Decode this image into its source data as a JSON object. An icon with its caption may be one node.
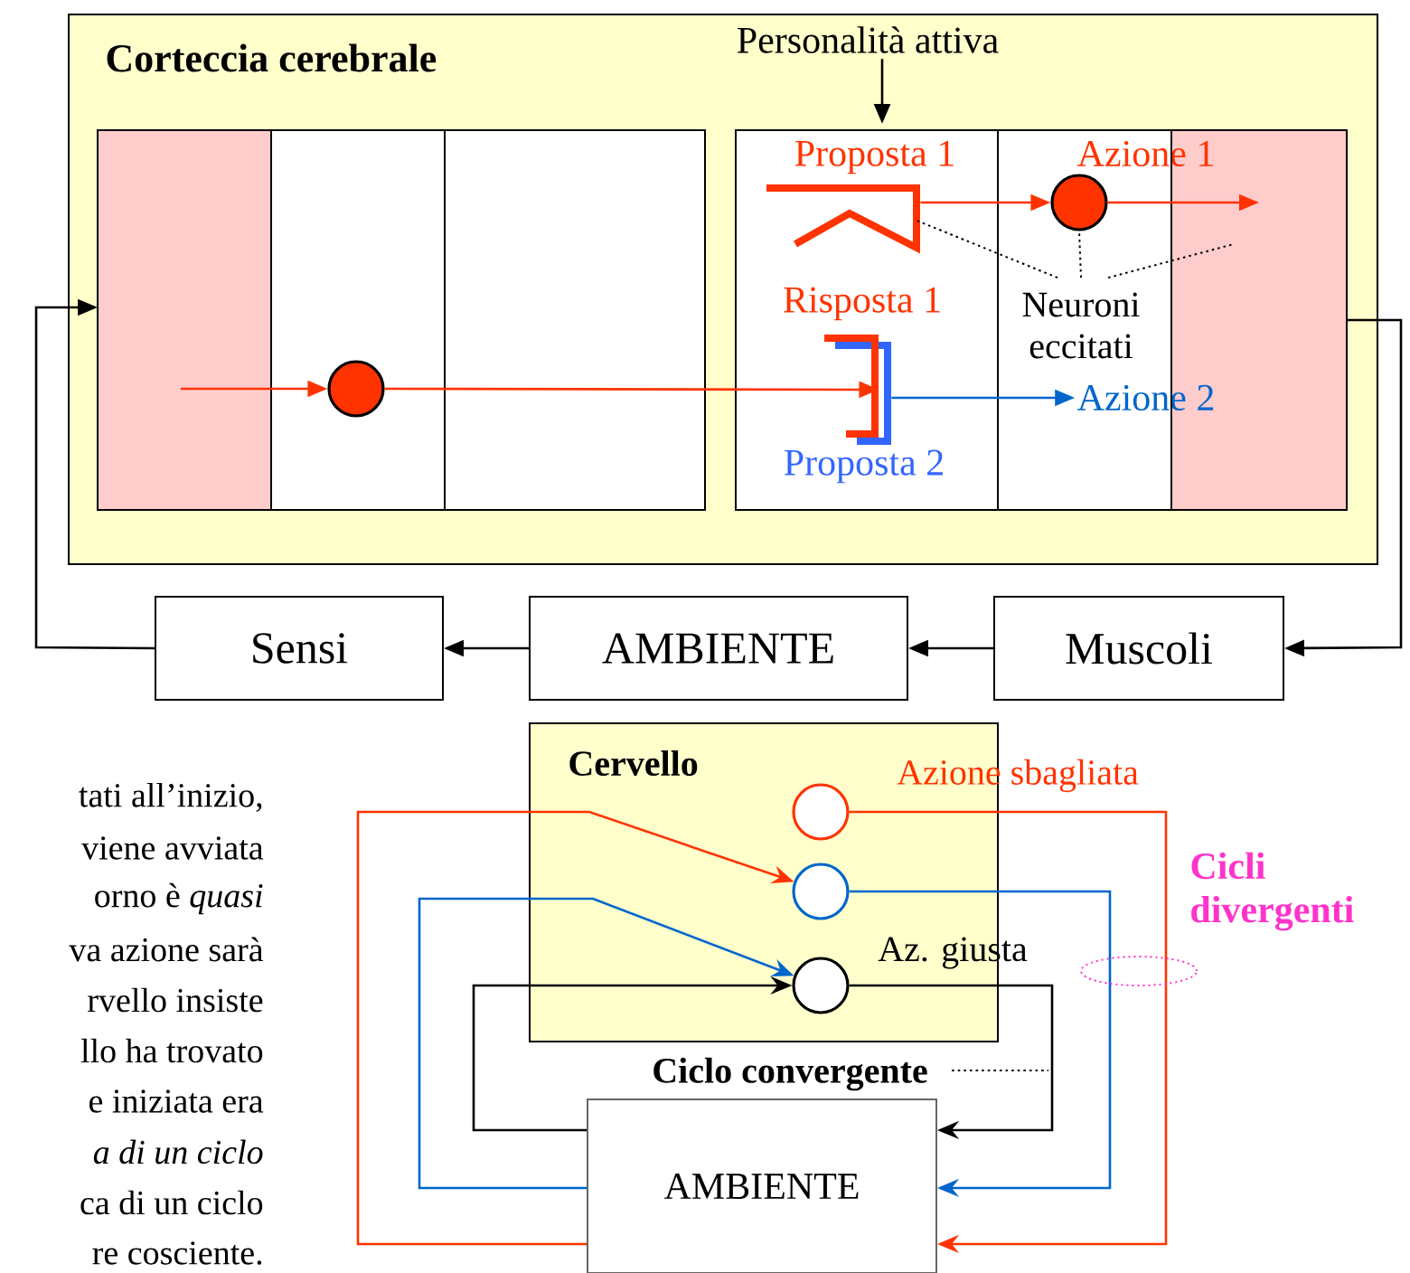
{
  "diagram": {
    "nodes": [
      {
        "text": [
          "Corteccia cerebrale"
        ]
      },
      {
        "text": [],
        "shape": "box",
        "in": 0
      },
      {
        "text": [],
        "shape": "circle",
        "in": 0
      },
      {
        "text": [
          "Personalità attiva"
        ],
        "in": 0
      },
      {
        "text": [],
        "shape": "box",
        "in": 0
      },
      {
        "text": [
          "Proposta 1"
        ],
        "in": 4
      },
      {
        "text": [
          "Azione 1"
        ],
        "in": 4
      },
      {
        "text": [
          "Neuroni eccitati"
        ],
        "in": 4
      },
      {
        "text": [
          "Risposta 1",
          "Proposta 2"
        ],
        "in": 4
      },
      {
        "text": [
          "Azione 2"
        ],
        "in": 4
      },
      {
        "text": [],
        "shape": "box",
        "in": 4
      },
      {
        "text": [
          "Sensi"
        ]
      },
      {
        "text": [
          "AMBIENTE"
        ]
      },
      {
        "text": [
          "Muscoli"
        ]
      },
      {
        "text": [
          "Cervello"
        ]
      },
      {
        "text": [
          "Azione sbagliata"
        ],
        "in": 14
      },
      {
        "text": [],
        "shape": "circle",
        "in": 14
      },
      {
        "text": [
          "Az. giusta"
        ],
        "in": 14
      },
      {
        "text": [
          "Ciclo convergente"
        ]
      },
      {
        "text": [
          "AMBIENTE"
        ]
      }
    ],
    "edges": [
      {
        "from": 1,
        "to": 2,
        "arrow": "to",
        "color": "#ff3300"
      },
      {
        "from": 2,
        "to": 8,
        "arrow": "to",
        "color": "#ff3300"
      },
      {
        "from": 5,
        "to": 6,
        "arrow": "to",
        "color": "#ff3300"
      },
      {
        "from": 6,
        "to": 10,
        "arrow": "to",
        "color": "#ff3300"
      },
      {
        "from": 8,
        "to": 9,
        "arrow": "to",
        "color": "#0066cc"
      },
      {
        "from": 3,
        "to": 4,
        "arrow": "to"
      },
      {
        "from": 7,
        "to": 5,
        "arrow": "none",
        "style": "dashed"
      },
      {
        "from": 7,
        "to": 6,
        "arrow": "none",
        "style": "dashed"
      },
      {
        "from": 7,
        "to": 10,
        "arrow": "none",
        "style": "dashed"
      },
      {
        "from": 10,
        "to": 13,
        "arrow": "to"
      },
      {
        "from": 13,
        "to": 12,
        "arrow": "to"
      },
      {
        "from": 12,
        "to": 11,
        "arrow": "to"
      },
      {
        "from": 11,
        "to": 1,
        "arrow": "to"
      },
      {
        "from": 19,
        "to": 16,
        "arrow": "to",
        "color": "#ff3300"
      },
      {
        "from": 19,
        "to": 17,
        "arrow": "to",
        "color": "#0066cc"
      },
      {
        "from": 19,
        "to": 17,
        "arrow": "to"
      },
      {
        "from": 15,
        "to": 19,
        "arrow": "to",
        "color": "#ff3300"
      },
      {
        "from": 16,
        "to": 19,
        "arrow": "to",
        "color": "#0066cc"
      },
      {
        "from": 17,
        "to": 19,
        "arrow": "to"
      },
      {
        "from": 18,
        "to": null,
        "arrow": "none",
        "style": "dashed"
      }
    ],
    "labels": [
      "tati all’inizio,",
      "viene avviata",
      "orno è *quasi*",
      "va azione sarà",
      "rvello insiste",
      "llo ha trovato",
      "e iniziata era",
      "*a di un ciclo*",
      "ca di un ciclo",
      "re cosciente.",
      "Cicli divergenti"
    ]
  }
}
